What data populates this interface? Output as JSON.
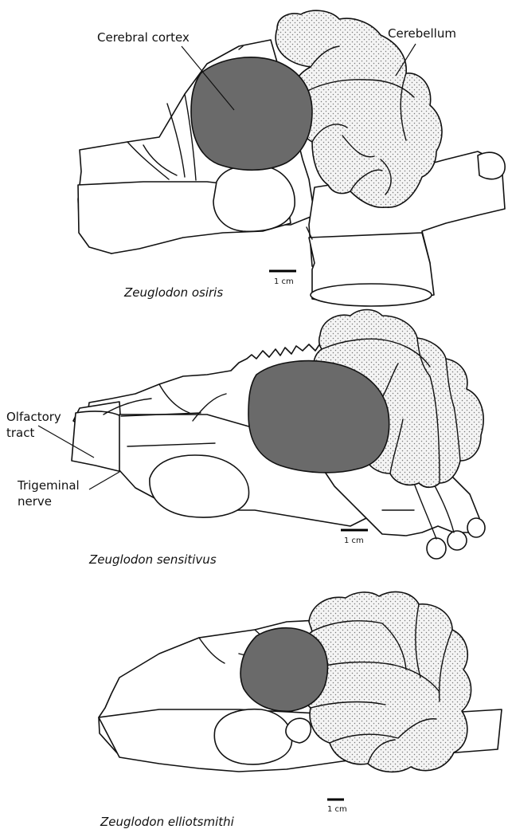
{
  "labels": {
    "cerebral_cortex": "Cerebral cortex",
    "cerebellum": "Cerebellum",
    "olfactory_line1": "Olfactory",
    "olfactory_line2": "tract",
    "trigeminal_line1": "Trigeminal",
    "trigeminal_line2": "nerve"
  },
  "specimens": [
    {
      "name": "Zeuglodon osiris",
      "scale": "1 cm"
    },
    {
      "name": "Zeuglodon sensitivus",
      "scale": "1 cm"
    },
    {
      "name": "Zeuglodon elliotsmithi",
      "scale": "1 cm"
    }
  ],
  "colors": {
    "cortex_fill": "#6a6a6a",
    "cerebellum_stipple": "#7a7a7a",
    "outline": "#111111"
  }
}
